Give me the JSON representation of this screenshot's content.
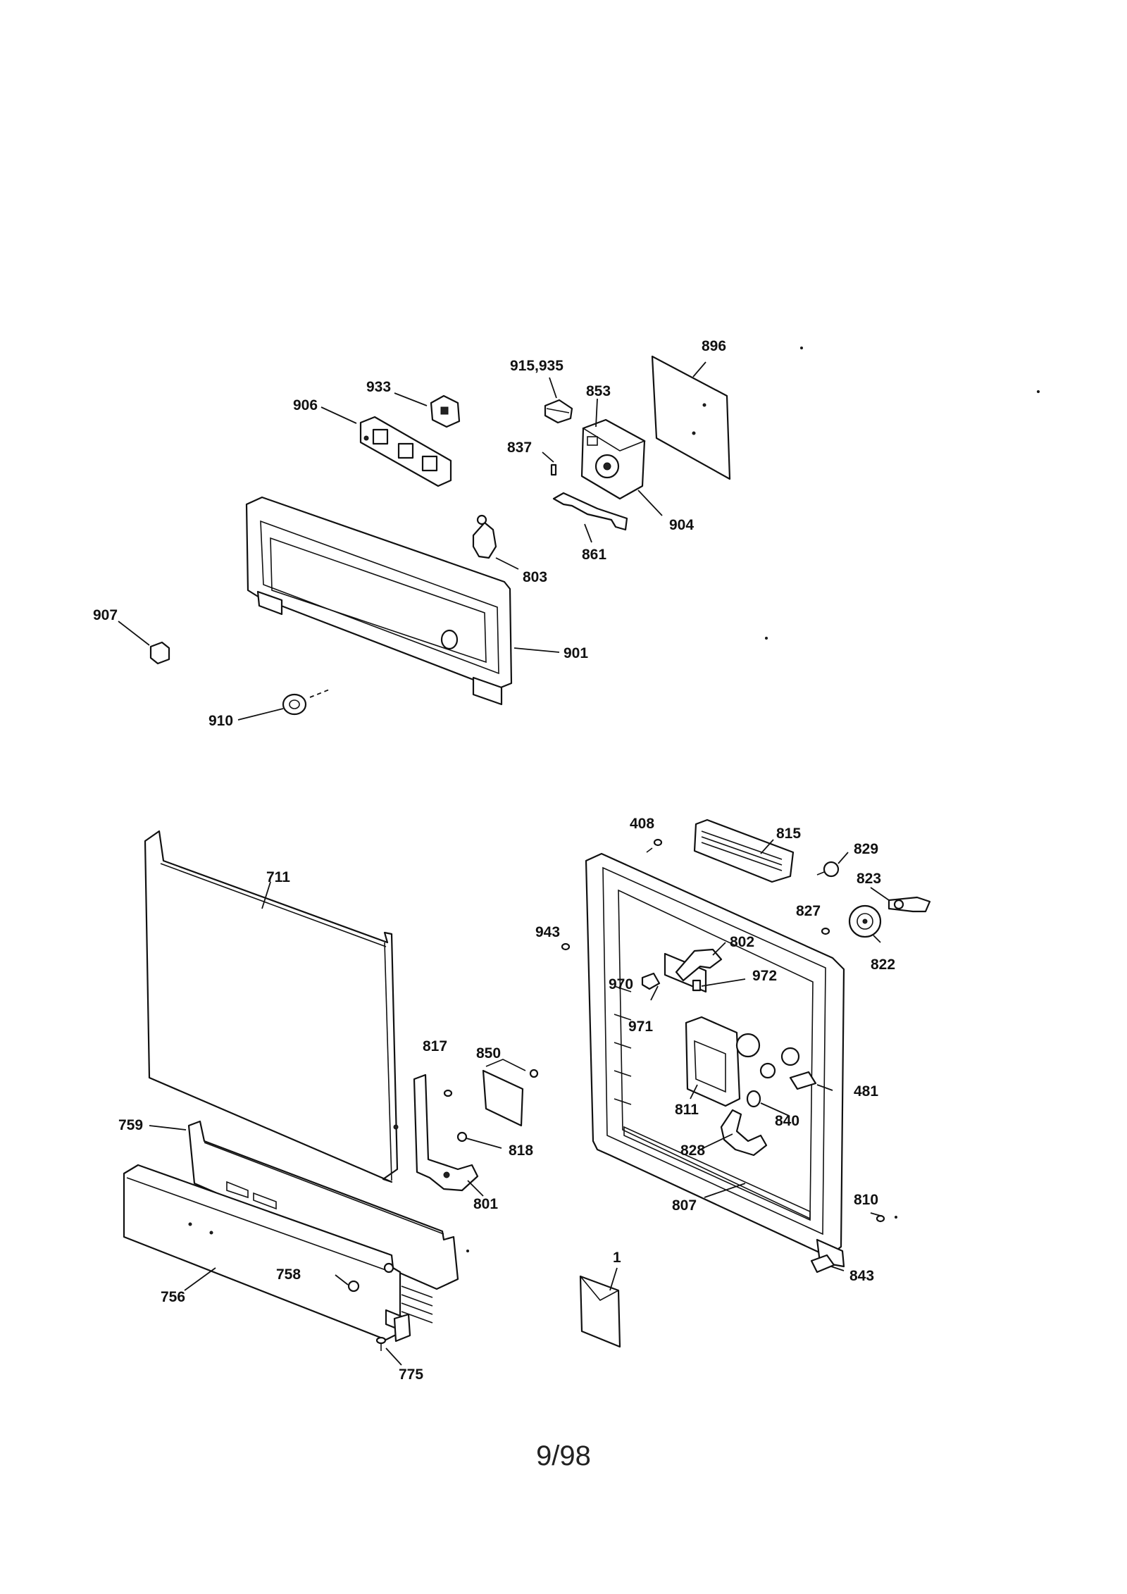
{
  "callouts": {
    "c896": "896",
    "c915": "915,935",
    "c933": "933",
    "c853": "853",
    "c906": "906",
    "c837": "837",
    "c904": "904",
    "c861": "861",
    "c803": "803",
    "c907": "907",
    "c901": "901",
    "c910": "910",
    "c408": "408",
    "c815": "815",
    "c829": "829",
    "c823": "823",
    "c827": "827",
    "c822": "822",
    "c711": "711",
    "c943": "943",
    "c802": "802",
    "c970": "970",
    "c972": "972",
    "c971": "971",
    "c817": "817",
    "c850": "850",
    "c481": "481",
    "c811": "811",
    "c840": "840",
    "c759": "759",
    "c818": "818",
    "c828": "828",
    "c801": "801",
    "c807": "807",
    "c810": "810",
    "c758": "758",
    "c843": "843",
    "c756": "756",
    "c1": "1",
    "c775": "775"
  },
  "footer": {
    "date_code": "9/98"
  }
}
